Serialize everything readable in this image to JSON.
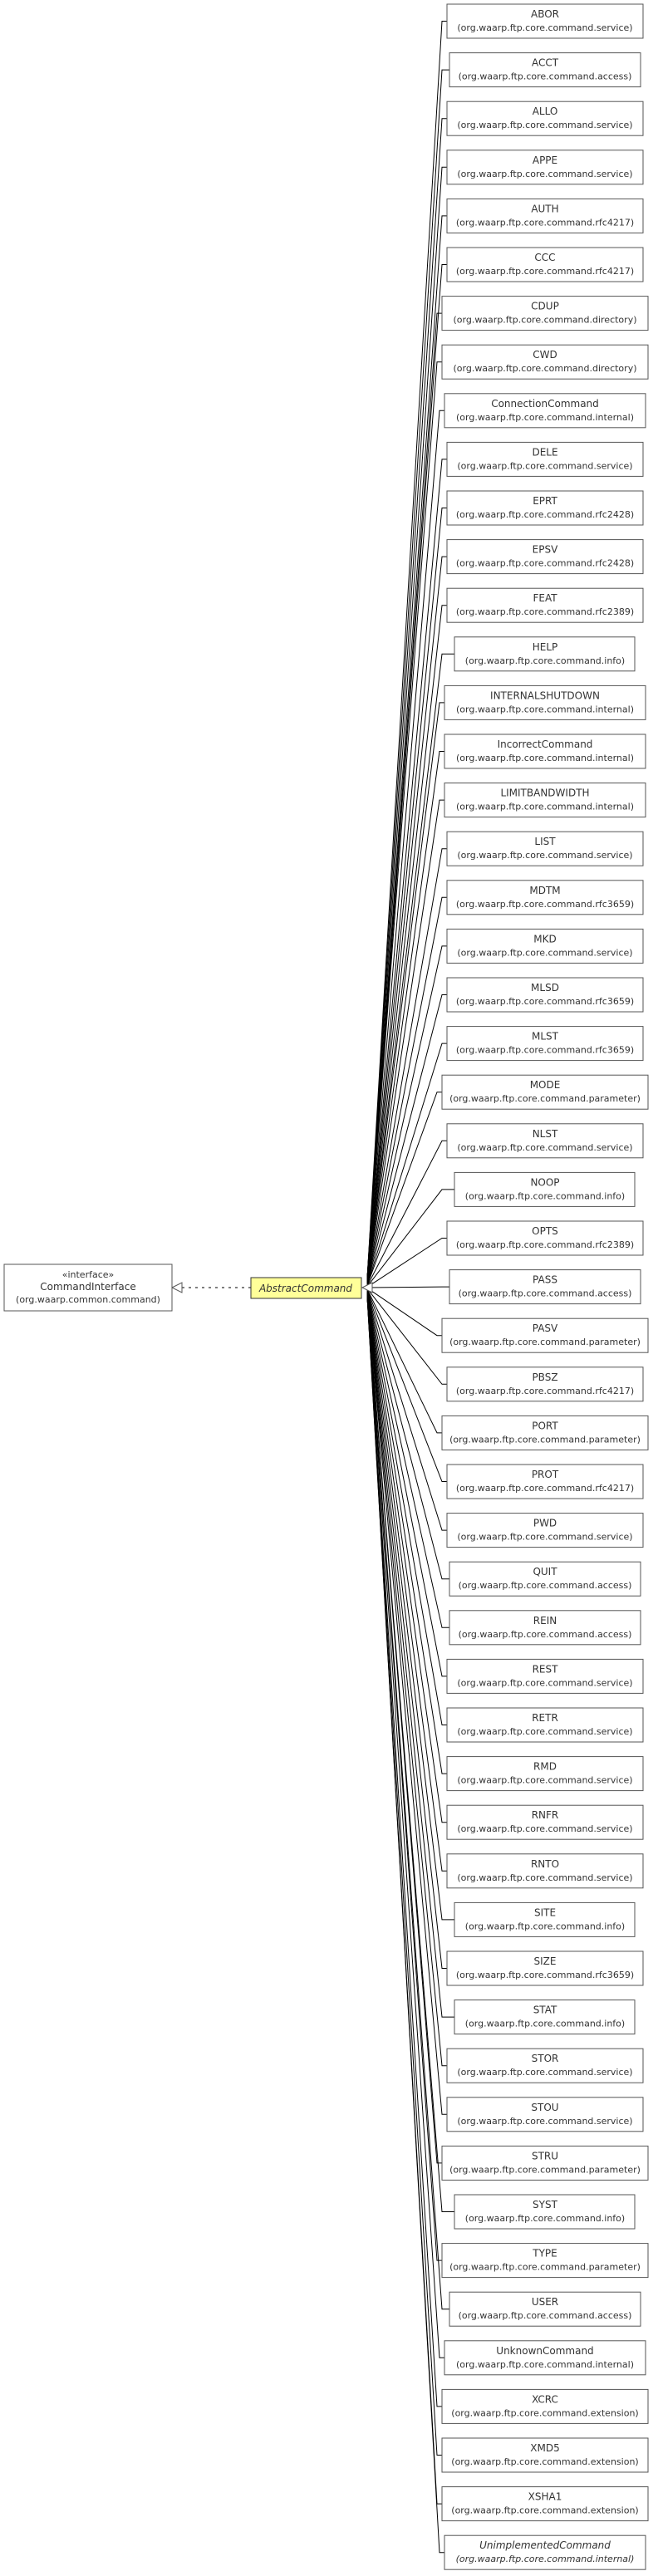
{
  "interface_node": {
    "stereotype": "«interface»",
    "name": "CommandInterface",
    "package": "(org.waarp.common.command)"
  },
  "abstract_node": {
    "name": "AbstractCommand",
    "fill_color": "#ffff99"
  },
  "subclasses": [
    {
      "name": "ABOR",
      "package": "(org.waarp.ftp.core.command.service)"
    },
    {
      "name": "ACCT",
      "package": "(org.waarp.ftp.core.command.access)"
    },
    {
      "name": "ALLO",
      "package": "(org.waarp.ftp.core.command.service)"
    },
    {
      "name": "APPE",
      "package": "(org.waarp.ftp.core.command.service)"
    },
    {
      "name": "AUTH",
      "package": "(org.waarp.ftp.core.command.rfc4217)"
    },
    {
      "name": "CCC",
      "package": "(org.waarp.ftp.core.command.rfc4217)"
    },
    {
      "name": "CDUP",
      "package": "(org.waarp.ftp.core.command.directory)"
    },
    {
      "name": "CWD",
      "package": "(org.waarp.ftp.core.command.directory)"
    },
    {
      "name": "ConnectionCommand",
      "package": "(org.waarp.ftp.core.command.internal)"
    },
    {
      "name": "DELE",
      "package": "(org.waarp.ftp.core.command.service)"
    },
    {
      "name": "EPRT",
      "package": "(org.waarp.ftp.core.command.rfc2428)"
    },
    {
      "name": "EPSV",
      "package": "(org.waarp.ftp.core.command.rfc2428)"
    },
    {
      "name": "FEAT",
      "package": "(org.waarp.ftp.core.command.rfc2389)"
    },
    {
      "name": "HELP",
      "package": "(org.waarp.ftp.core.command.info)"
    },
    {
      "name": "INTERNALSHUTDOWN",
      "package": "(org.waarp.ftp.core.command.internal)"
    },
    {
      "name": "IncorrectCommand",
      "package": "(org.waarp.ftp.core.command.internal)"
    },
    {
      "name": "LIMITBANDWIDTH",
      "package": "(org.waarp.ftp.core.command.internal)"
    },
    {
      "name": "LIST",
      "package": "(org.waarp.ftp.core.command.service)"
    },
    {
      "name": "MDTM",
      "package": "(org.waarp.ftp.core.command.rfc3659)"
    },
    {
      "name": "MKD",
      "package": "(org.waarp.ftp.core.command.service)"
    },
    {
      "name": "MLSD",
      "package": "(org.waarp.ftp.core.command.rfc3659)"
    },
    {
      "name": "MLST",
      "package": "(org.waarp.ftp.core.command.rfc3659)"
    },
    {
      "name": "MODE",
      "package": "(org.waarp.ftp.core.command.parameter)"
    },
    {
      "name": "NLST",
      "package": "(org.waarp.ftp.core.command.service)"
    },
    {
      "name": "NOOP",
      "package": "(org.waarp.ftp.core.command.info)"
    },
    {
      "name": "OPTS",
      "package": "(org.waarp.ftp.core.command.rfc2389)"
    },
    {
      "name": "PASS",
      "package": "(org.waarp.ftp.core.command.access)"
    },
    {
      "name": "PASV",
      "package": "(org.waarp.ftp.core.command.parameter)"
    },
    {
      "name": "PBSZ",
      "package": "(org.waarp.ftp.core.command.rfc4217)"
    },
    {
      "name": "PORT",
      "package": "(org.waarp.ftp.core.command.parameter)"
    },
    {
      "name": "PROT",
      "package": "(org.waarp.ftp.core.command.rfc4217)"
    },
    {
      "name": "PWD",
      "package": "(org.waarp.ftp.core.command.service)"
    },
    {
      "name": "QUIT",
      "package": "(org.waarp.ftp.core.command.access)"
    },
    {
      "name": "REIN",
      "package": "(org.waarp.ftp.core.command.access)"
    },
    {
      "name": "REST",
      "package": "(org.waarp.ftp.core.command.service)"
    },
    {
      "name": "RETR",
      "package": "(org.waarp.ftp.core.command.service)"
    },
    {
      "name": "RMD",
      "package": "(org.waarp.ftp.core.command.service)"
    },
    {
      "name": "RNFR",
      "package": "(org.waarp.ftp.core.command.service)"
    },
    {
      "name": "RNTO",
      "package": "(org.waarp.ftp.core.command.service)"
    },
    {
      "name": "SITE",
      "package": "(org.waarp.ftp.core.command.info)"
    },
    {
      "name": "SIZE",
      "package": "(org.waarp.ftp.core.command.rfc3659)"
    },
    {
      "name": "STAT",
      "package": "(org.waarp.ftp.core.command.info)"
    },
    {
      "name": "STOR",
      "package": "(org.waarp.ftp.core.command.service)"
    },
    {
      "name": "STOU",
      "package": "(org.waarp.ftp.core.command.service)"
    },
    {
      "name": "STRU",
      "package": "(org.waarp.ftp.core.command.parameter)"
    },
    {
      "name": "SYST",
      "package": "(org.waarp.ftp.core.command.info)"
    },
    {
      "name": "TYPE",
      "package": "(org.waarp.ftp.core.command.parameter)"
    },
    {
      "name": "USER",
      "package": "(org.waarp.ftp.core.command.access)"
    },
    {
      "name": "UnknownCommand",
      "package": "(org.waarp.ftp.core.command.internal)"
    },
    {
      "name": "XCRC",
      "package": "(org.waarp.ftp.core.command.extension)"
    },
    {
      "name": "XMD5",
      "package": "(org.waarp.ftp.core.command.extension)"
    },
    {
      "name": "XSHA1",
      "package": "(org.waarp.ftp.core.command.extension)"
    },
    {
      "name": "UnimplementedCommand",
      "package": "(org.waarp.ftp.core.command.internal)",
      "italic": true
    }
  ]
}
